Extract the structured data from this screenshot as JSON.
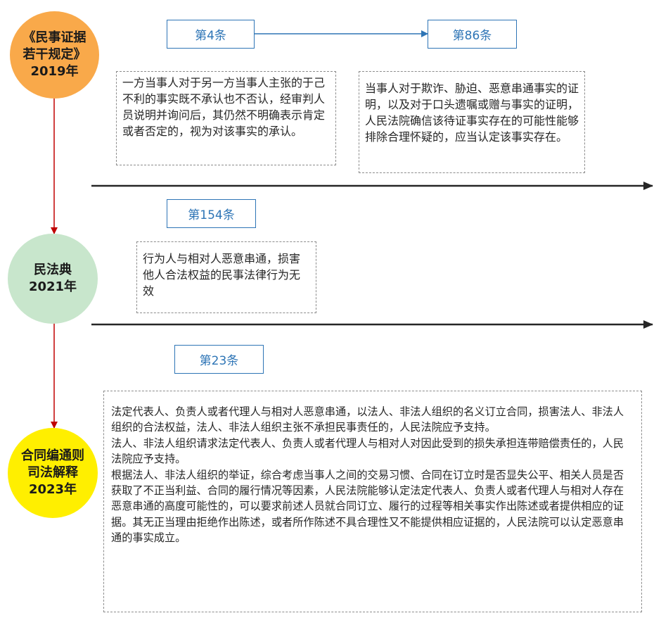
{
  "colors": {
    "node_2019": "#f9a94a",
    "node_2021": "#c8e6cc",
    "node_2023": "#ffef00",
    "tag_border": "#2e75b6",
    "connector": "#c00000",
    "timeline": "#262626"
  },
  "nodes": [
    {
      "label": "《民事证据\n若干规定》\n2019年"
    },
    {
      "label": "民法典\n2021年"
    },
    {
      "label": "合同编通则\n司法解释\n2023年"
    }
  ],
  "tags": [
    {
      "label": "第4条"
    },
    {
      "label": "第86条"
    },
    {
      "label": "第154条"
    },
    {
      "label": "第23条"
    }
  ],
  "boxes": {
    "art4": "一方当事人对于另一方当事人主张的于己不利的事实既不承认也不否认，经审判人员说明并询问后，其仍然不明确表示肯定或者否定的，视为对该事实的承认。",
    "art86": "当事人对于欺诈、胁迫、恶意串通事实的证明，以及对于口头遗嘱或赠与事实的证明，人民法院确信该待证事实存在的可能性能够排除合理怀疑的，应当认定该事实存在。",
    "art154": "行为人与相对人恶意串通，损害他人合法权益的民事法律行为无效",
    "art23": [
      "法定代表人、负责人或者代理人与相对人恶意串通，以法人、非法人组织的名义订立合同，损害法人、非法人组织的合法权益，法人、非法人组织主张不承担民事责任的，人民法院应予支持。",
      "法人、非法人组织请求法定代表人、负责人或者代理人与相对人对因此受到的损失承担连带赔偿责任的，人民法院应予支持。",
      "根据法人、非法人组织的举证，综合考虑当事人之间的交易习惯、合同在订立时是否显失公平、相关人员是否获取了不正当利益、合同的履行情况等因素，人民法院能够认定法定代表人、负责人或者代理人与相对人存在恶意串通的高度可能性的，可以要求前述人员就合同订立、履行的过程等相关事实作出陈述或者提供相应的证据。其无正当理由拒绝作出陈述，或者所作陈述不具合理性又不能提供相应证据的，人民法院可以认定恶意串通的事实成立。"
    ]
  }
}
